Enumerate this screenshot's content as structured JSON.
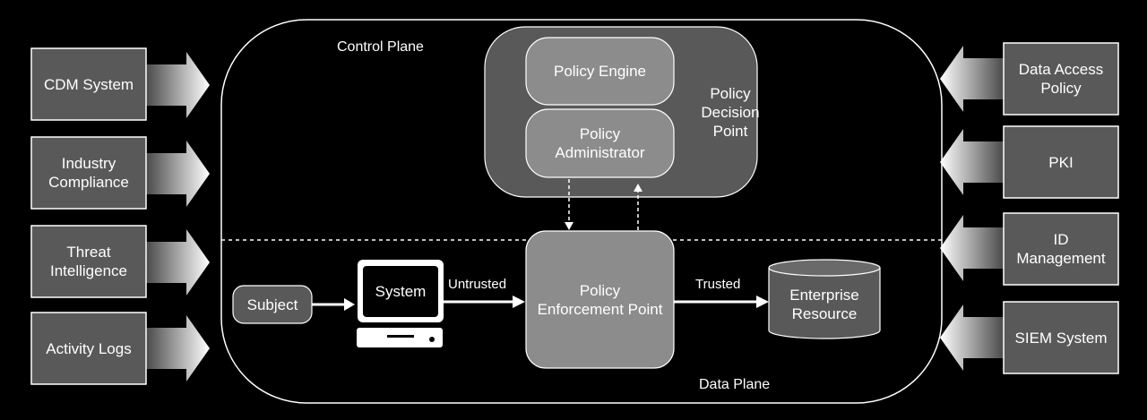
{
  "planes": {
    "control": "Control Plane",
    "data": "Data Plane"
  },
  "pdp": {
    "label": "Policy\nDecision\nPoint",
    "engine": "Policy Engine",
    "administrator": "Policy\nAdministrator"
  },
  "pep": {
    "label": "Policy\nEnforcement Point"
  },
  "subject": "Subject",
  "system": "System",
  "resource": "Enterprise\nResource",
  "edges": {
    "untrusted": "Untrusted",
    "trusted": "Trusted"
  },
  "left_inputs": [
    {
      "label": "CDM System"
    },
    {
      "label": "Industry\nCompliance"
    },
    {
      "label": "Threat\nIntelligence"
    },
    {
      "label": "Activity Logs"
    }
  ],
  "right_inputs": [
    {
      "label": "Data Access\nPolicy"
    },
    {
      "label": "PKI"
    },
    {
      "label": "ID\nManagement"
    },
    {
      "label": "SIEM System"
    }
  ],
  "colors": {
    "background": "#000000",
    "box": "#595959",
    "box_light": "#8c8c8c",
    "stroke": "#ffffff"
  }
}
